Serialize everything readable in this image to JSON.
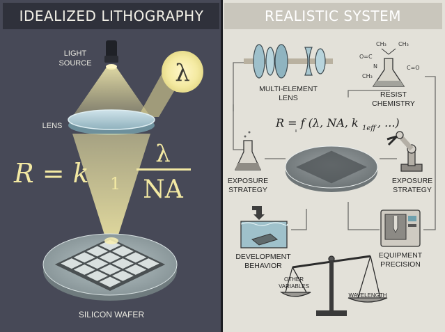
{
  "left": {
    "title": "IDEALIZED LITHOGRAPHY",
    "light_source": [
      "LIGHT",
      "SOURCE"
    ],
    "lens": "LENS",
    "lambda": "λ",
    "formula": {
      "lhs": "R = k",
      "sub": "1",
      "num": "λ",
      "den": "NA"
    },
    "wafer": "SILICON WAFER"
  },
  "right": {
    "title": "REALISTIC SYSTEM",
    "multi_lens": [
      "MULTI-ELEMENT",
      "LENS"
    ],
    "resist": [
      "RESIST",
      "CHEMISTRY"
    ],
    "formula": {
      "main": "R = f (λ, NA, k",
      "sub": "1eff",
      "tail": ", ...)"
    },
    "exposure_left": [
      "EXPOSURE",
      "STRATEGY"
    ],
    "exposure_right": [
      "EXPOSURE",
      "STRATEGY"
    ],
    "development": [
      "DEVELOPMENT",
      "BEHAVIOR"
    ],
    "equipment": [
      "EQUIPMENT",
      "PRECISION"
    ],
    "scale_left": [
      "OTHER",
      "VARIABLES"
    ],
    "scale_right": "WAVELENGTH",
    "chem": {
      "c1": "CH₃",
      "c2": "CH₃",
      "o1": "O=C",
      "n": "N",
      "ch3": "CH₃",
      "o2": "C=O"
    }
  },
  "colors": {
    "left_bg": "#474957",
    "right_bg": "#e3e1d9",
    "glow": "#f3eaa6",
    "header_left": "#2f313b",
    "header_right": "#c9c6bc"
  }
}
